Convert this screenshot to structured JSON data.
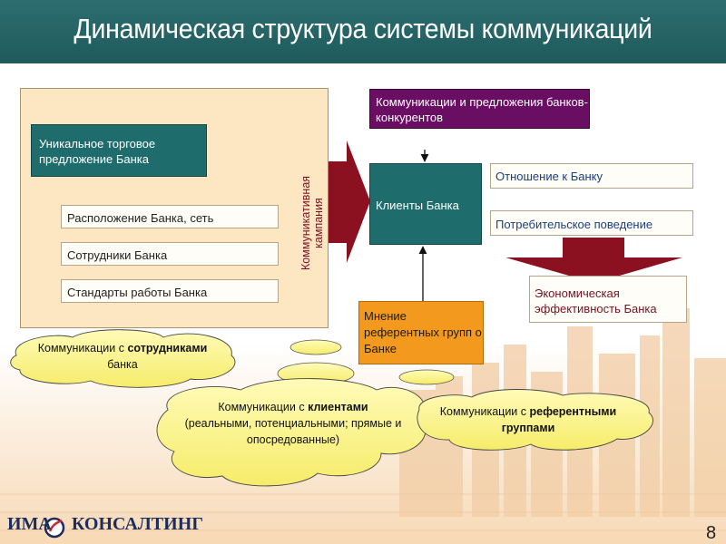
{
  "title": "Динамическая структура системы коммуникаций",
  "left_panel": {
    "unique_offer": "Уникальное торговое предложение Банка",
    "items": [
      "Расположение Банка, сеть",
      "Сотрудники Банка",
      "Стандарты работы Банка"
    ],
    "vertical_label": "Коммуникативная кампания"
  },
  "competitors": "Коммуникации и предложения банков-конкурентов",
  "clients": "Клиенты Банка",
  "attitude": "Отношение к Банку",
  "behavior": "Потребительское поведение",
  "efficiency": "Экономическая эффективность Банка",
  "opinion": "Мнение референтных групп о Банке",
  "clouds": {
    "staff": {
      "prefix": "Коммуникации с ",
      "bold": "сотрудниками",
      "suffix": "банка"
    },
    "clients": {
      "prefix": "Коммуникации с ",
      "bold": "клиентами",
      "suffix": "(реальными, потенциальными; прямые и опосредованные)"
    },
    "groups": {
      "prefix": "Коммуникации с ",
      "bold": "референтными",
      "suffix": "группами"
    }
  },
  "logo": {
    "left": "ИМА",
    "right": "КОНСАЛТИНГ"
  },
  "page_number": "8",
  "colors": {
    "header": "#1f5a5c",
    "teal_box": "#1e6c6c",
    "purple_box": "#6a0e63",
    "orange_box": "#f39a1e",
    "arrow_red": "#8b1020",
    "cloud_fill": "#fdf79a",
    "panel": "#fde7c3"
  }
}
